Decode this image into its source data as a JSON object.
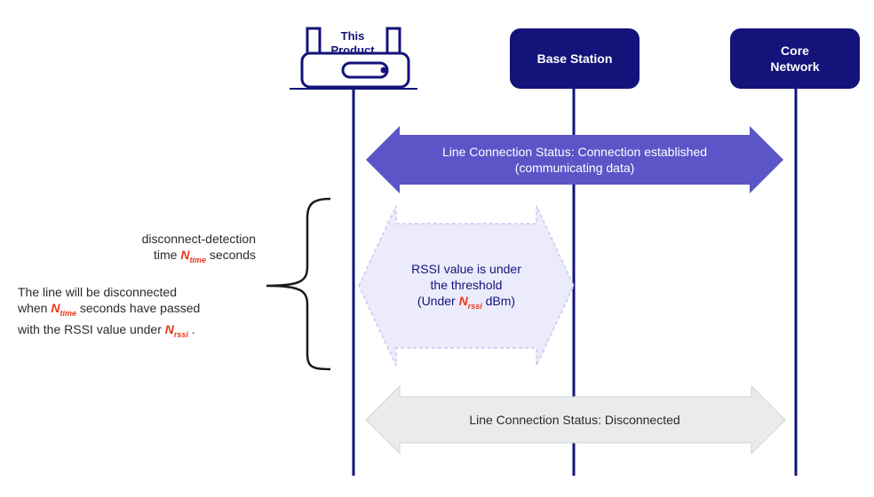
{
  "entities": {
    "product": {
      "label_line1": "This",
      "label_line2": "Product"
    },
    "base_station": {
      "label": "Base Station"
    },
    "core_network": {
      "label_line1": "Core",
      "label_line2": "Network"
    }
  },
  "arrows": {
    "connected": {
      "line1": "Line Connection Status: Connection established",
      "line2": "(communicating data)"
    },
    "rssi": {
      "line1": "RSSI value is under",
      "line2": "the threshold",
      "line3_prefix": "(Under",
      "line3_suffix": "dBm)"
    },
    "disconnected": {
      "label": "Line Connection Status: Disconnected"
    }
  },
  "annotation": {
    "detect_line1": "disconnect-detection",
    "detect_prefix": "time",
    "detect_suffix": "seconds",
    "note_line1": "The line will be disconnected",
    "note_prefix2": "when",
    "note_suffix2": "seconds have passed",
    "note_prefix3": "with the RSSI value under",
    "note_suffix3": "."
  },
  "symbols": {
    "n": "N",
    "time_sub": "time",
    "rssi_sub": "rssi"
  },
  "colors": {
    "navy": "#13137a",
    "connected_arrow": "#5b55c8",
    "rssi_arrow": "#ecebfb",
    "disconnected_arrow": "#e9ecea"
  }
}
